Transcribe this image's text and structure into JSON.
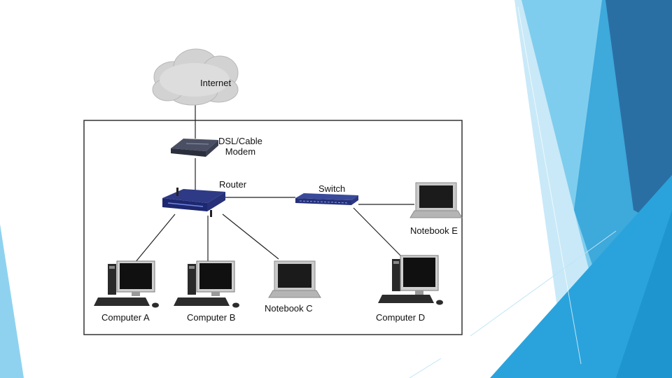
{
  "slide": {
    "colors": {
      "dark_blue": "#2a6fa3",
      "mid_blue": "#2aa3dc",
      "light_blue": "#8fd2f0",
      "pale_blue": "#c9e9f8",
      "frame": "#333333",
      "link": "#222222"
    }
  },
  "diagram": {
    "nodes": {
      "internet": {
        "label": "Internet",
        "icon": "cloud-icon"
      },
      "modem": {
        "label": "DSL/Cable\nModem",
        "icon": "modem-icon"
      },
      "router": {
        "label": "Router",
        "icon": "router-icon"
      },
      "switch": {
        "label": "Switch",
        "icon": "switch-icon"
      },
      "notebook_e": {
        "label": "Notebook E",
        "icon": "laptop-icon"
      },
      "computer_a": {
        "label": "Computer A",
        "icon": "desktop-computer-icon"
      },
      "computer_b": {
        "label": "Computer B",
        "icon": "desktop-computer-icon"
      },
      "notebook_c": {
        "label": "Notebook C",
        "icon": "laptop-icon"
      },
      "computer_d": {
        "label": "Computer D",
        "icon": "desktop-computer-icon"
      }
    },
    "links": [
      [
        "internet",
        "modem"
      ],
      [
        "modem",
        "router"
      ],
      [
        "router",
        "switch"
      ],
      [
        "router",
        "computer_a"
      ],
      [
        "router",
        "computer_b"
      ],
      [
        "router",
        "notebook_c"
      ],
      [
        "switch",
        "notebook_e"
      ],
      [
        "switch",
        "computer_d"
      ]
    ]
  }
}
